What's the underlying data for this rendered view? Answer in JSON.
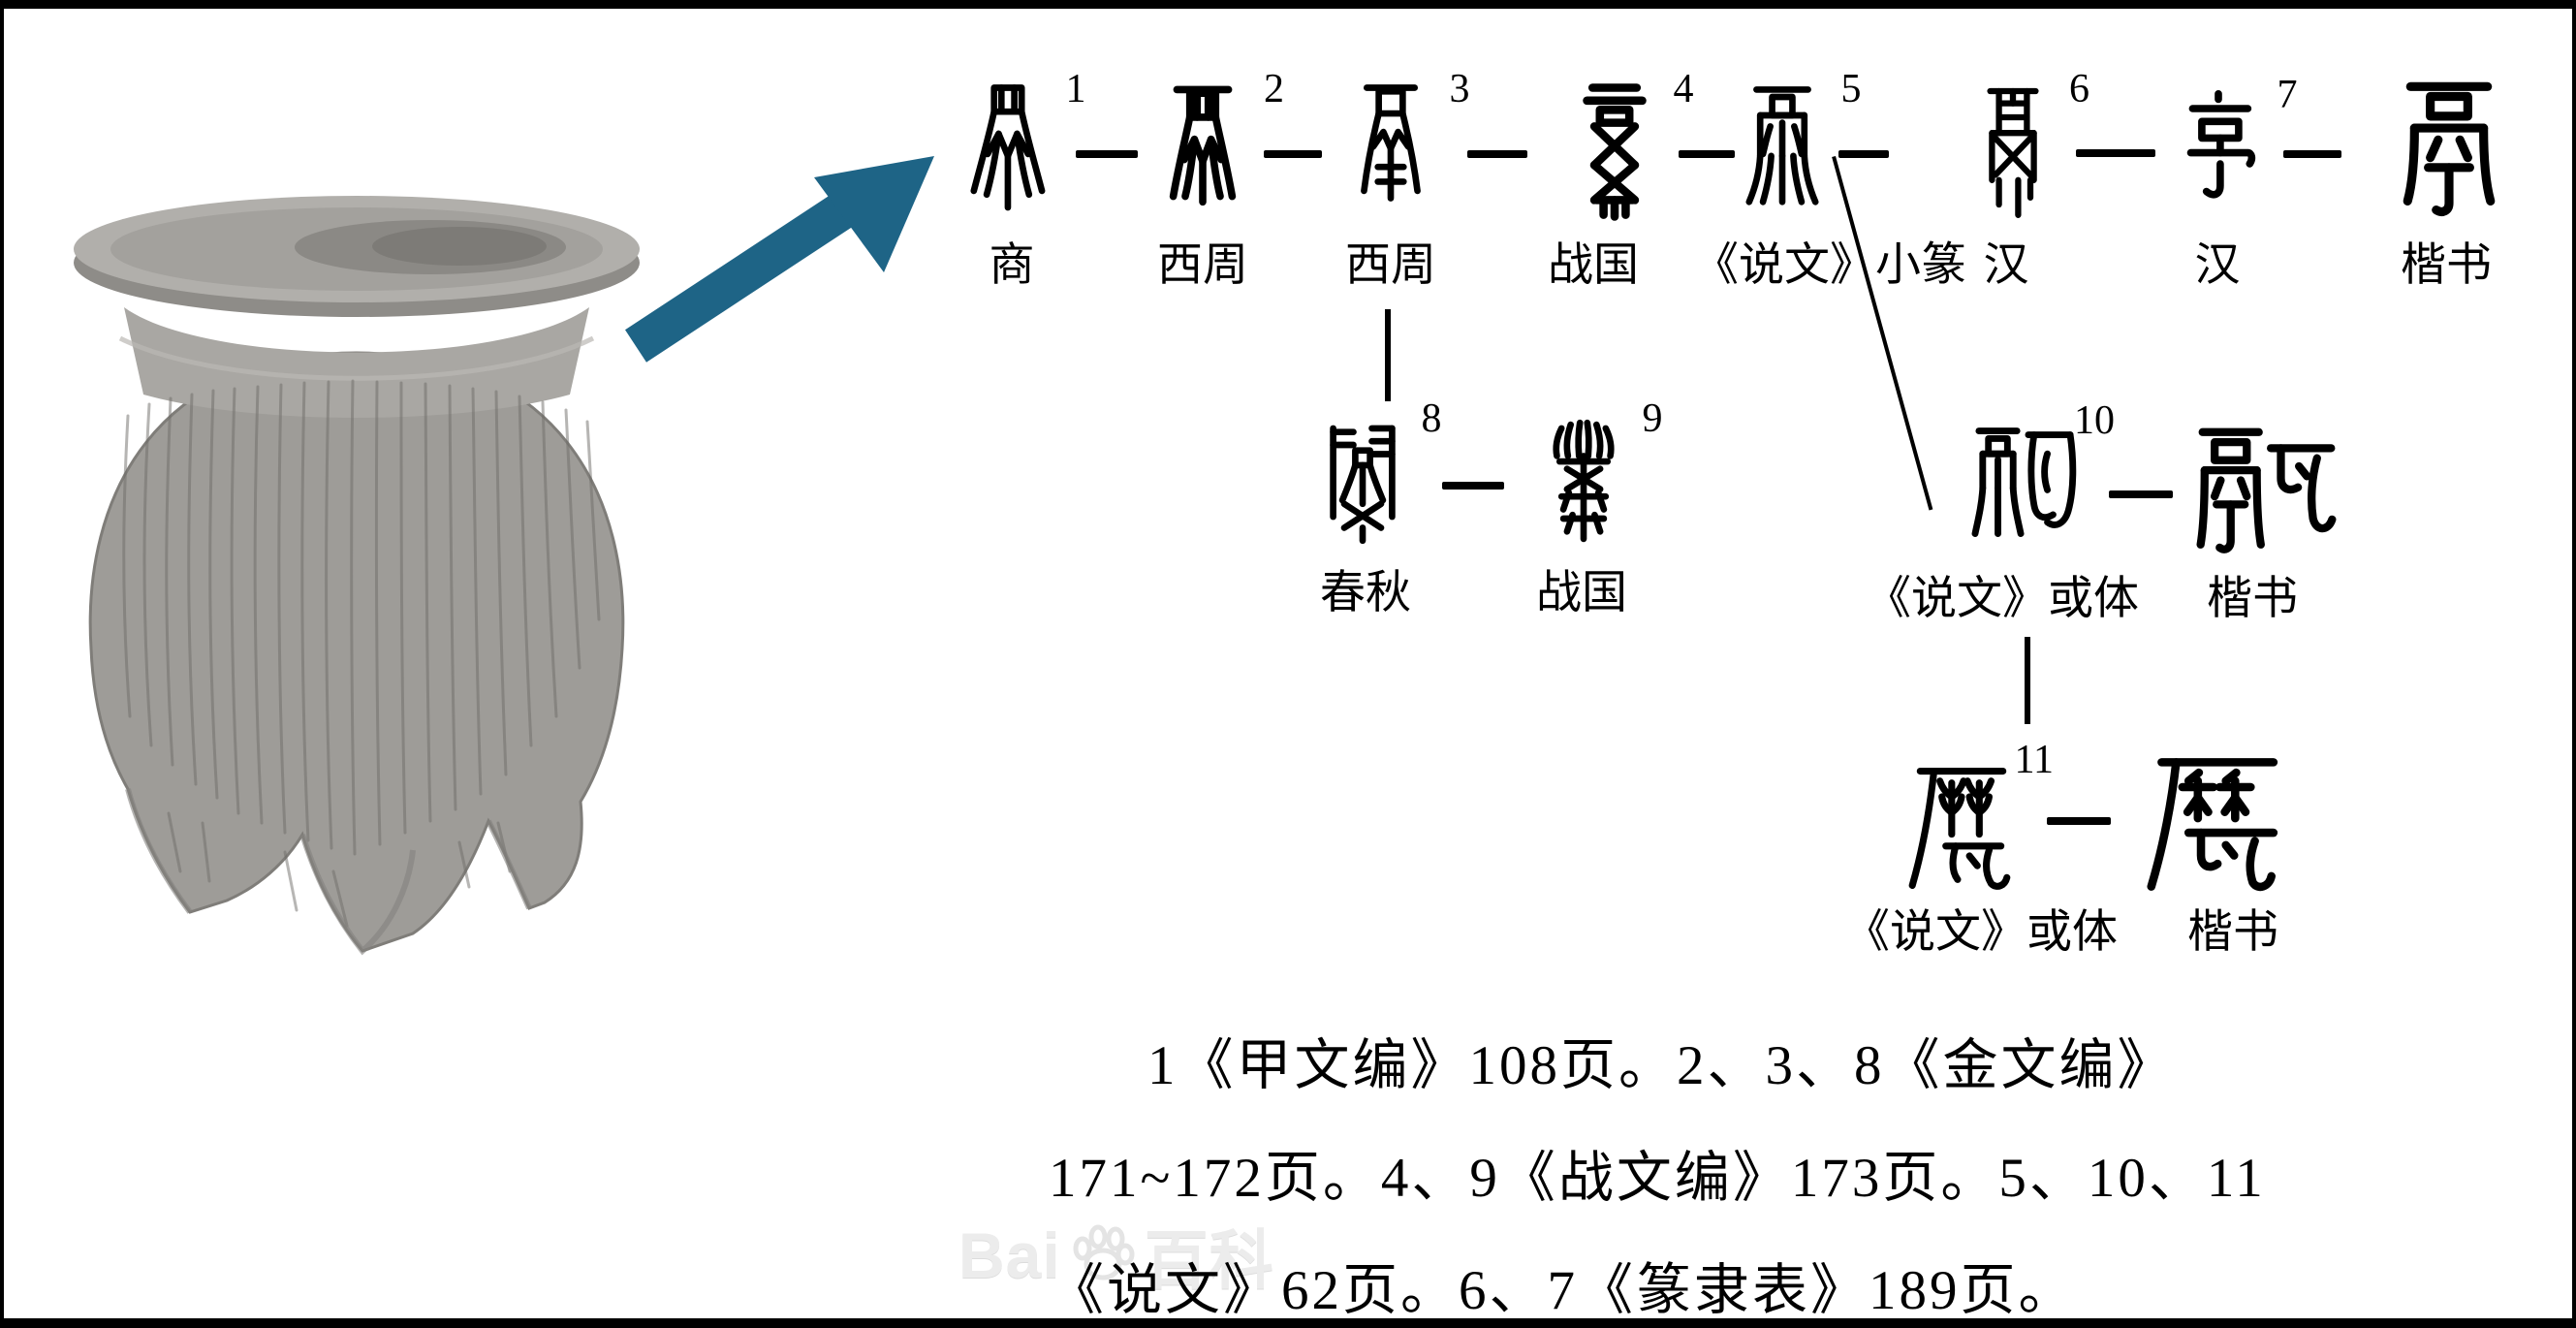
{
  "icons": {
    "photo": "pottery-li-tripod-photo",
    "arrow": "diagonal-up-right-arrow-icon",
    "paw": "baidu-paw-icon"
  },
  "colors": {
    "background": "#ffffff",
    "ink": "#000000",
    "frame": "#000000",
    "arrow": "#1e6486",
    "watermark": "#ececec"
  },
  "evolution": {
    "rows": [
      {
        "items": [
          {
            "no": "1",
            "period": "商"
          },
          {
            "no": "2",
            "period": "西周"
          },
          {
            "no": "3",
            "period": "西周"
          },
          {
            "no": "4",
            "period": "战国"
          },
          {
            "no": "5",
            "period": "《说文》小篆"
          },
          {
            "no": "6",
            "period": "汉"
          },
          {
            "no": "7",
            "period": "汉"
          },
          {
            "no": "",
            "period": "楷书",
            "character": "鬲"
          }
        ]
      },
      {
        "items": [
          {
            "no": "8",
            "period": "春秋"
          },
          {
            "no": "9",
            "period": "战国"
          }
        ]
      },
      {
        "items": [
          {
            "no": "10",
            "period": "《说文》或体"
          },
          {
            "no": "",
            "period": "楷书",
            "character": "䰛"
          }
        ]
      },
      {
        "items": [
          {
            "no": "11",
            "period": "《说文》或体"
          },
          {
            "no": "",
            "period": "楷书",
            "character": "㽁"
          }
        ]
      }
    ]
  },
  "references": {
    "lines": [
      "1《甲文编》108页。2、3、8《金文编》",
      "171~172页。4、9《战文编》173页。5、10、11",
      "《说文》62页。6、7《篆隶表》189页。"
    ]
  },
  "watermark": {
    "text": "Baidu百科",
    "part1": "Bai",
    "part2": "百科"
  }
}
